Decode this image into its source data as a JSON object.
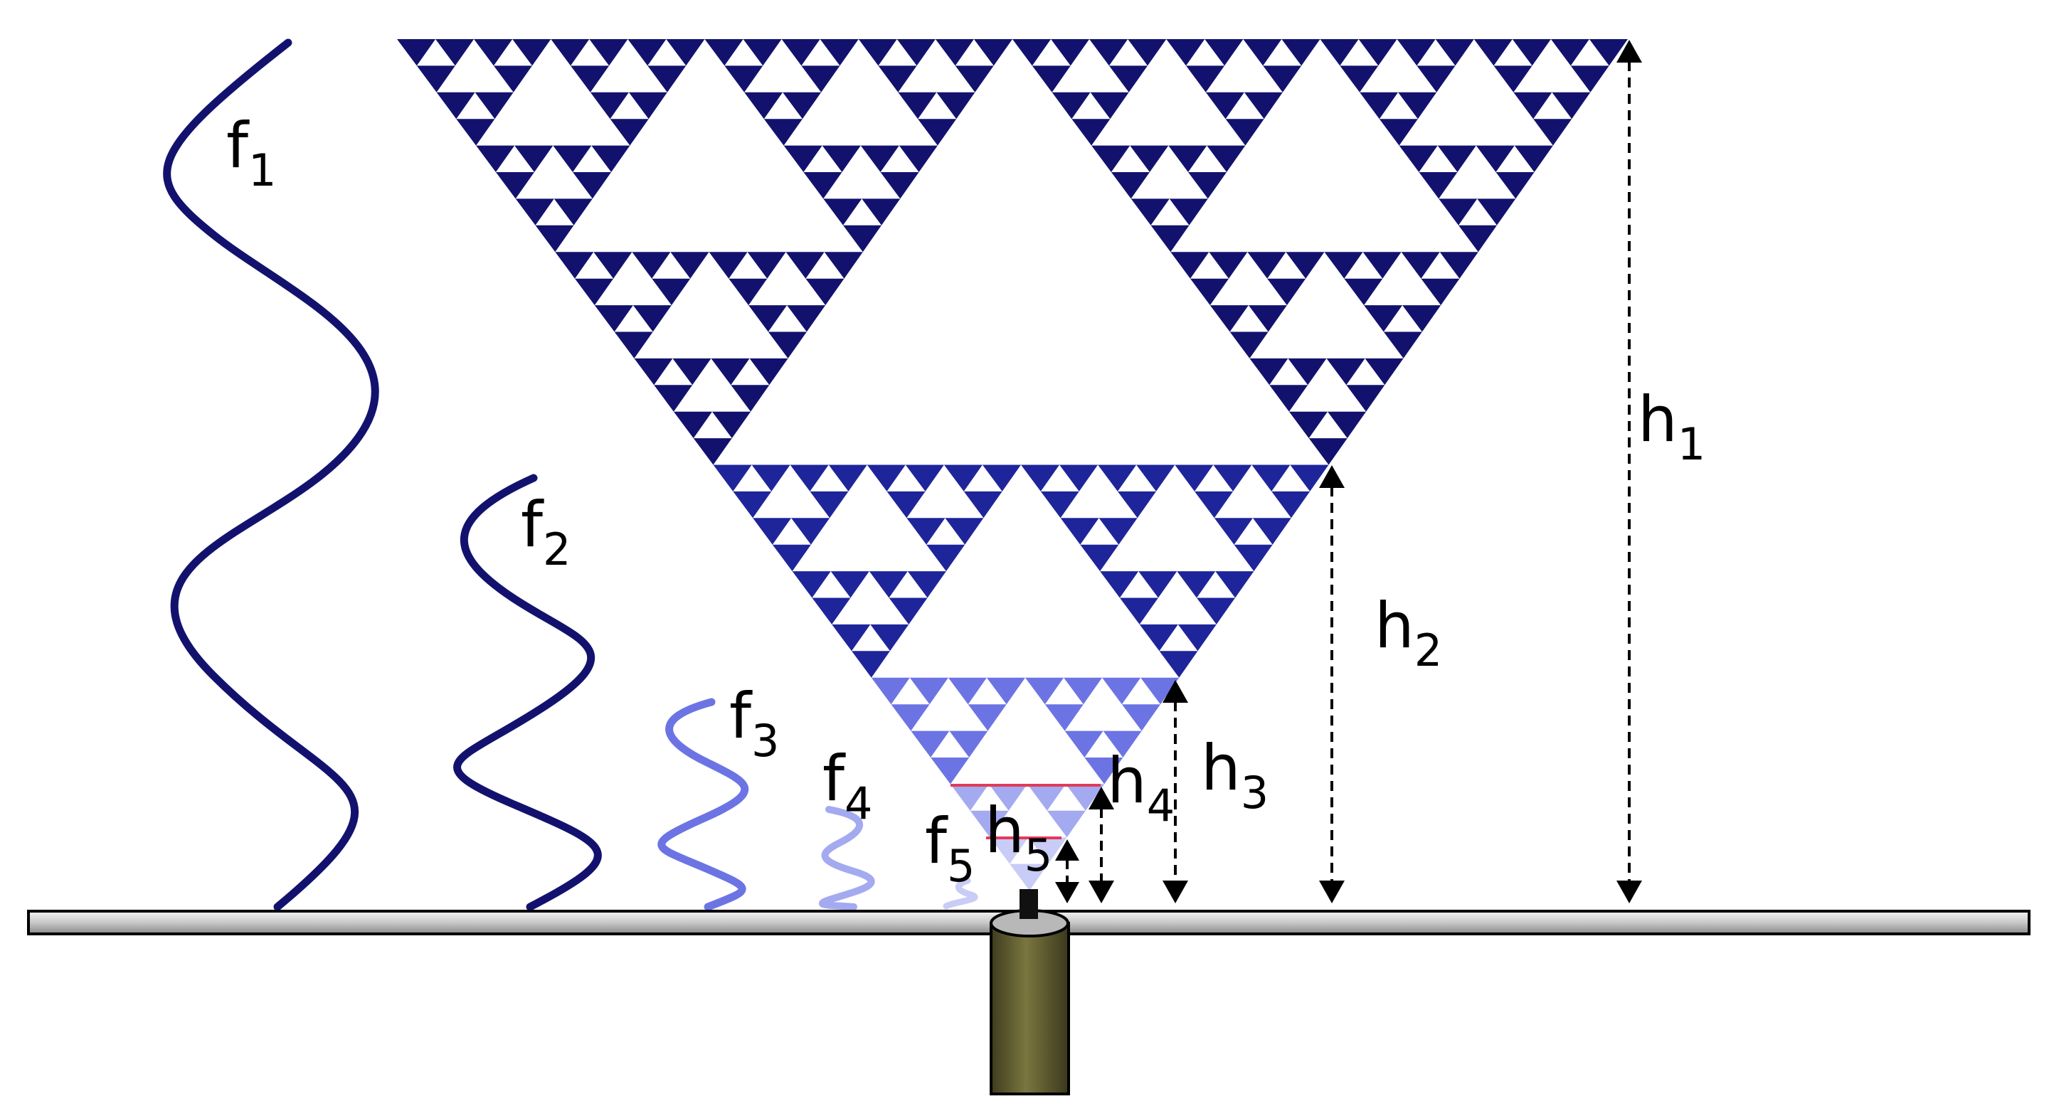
{
  "labels": {
    "f1": {
      "base": "f",
      "sub": "1"
    },
    "f2": {
      "base": "f",
      "sub": "2"
    },
    "f3": {
      "base": "f",
      "sub": "3"
    },
    "f4": {
      "base": "f",
      "sub": "4"
    },
    "f5": {
      "base": "f",
      "sub": "5"
    },
    "h1": {
      "base": "h",
      "sub": "1"
    },
    "h2": {
      "base": "h",
      "sub": "2"
    },
    "h3": {
      "base": "h",
      "sub": "3"
    },
    "h4": {
      "base": "h",
      "sub": "4"
    },
    "h5": {
      "base": "h",
      "sub": "5"
    }
  },
  "colors": {
    "dark_navy": "#12126e",
    "navy": "#1e259a",
    "medium_blue": "#6c74e4",
    "light_blue": "#a4aaf0",
    "very_light_blue": "#c8ccf6",
    "red_line": "#e23a5a",
    "ground_plane": "#c8c8c8",
    "feed_cylinder": "#5d5a2e"
  }
}
